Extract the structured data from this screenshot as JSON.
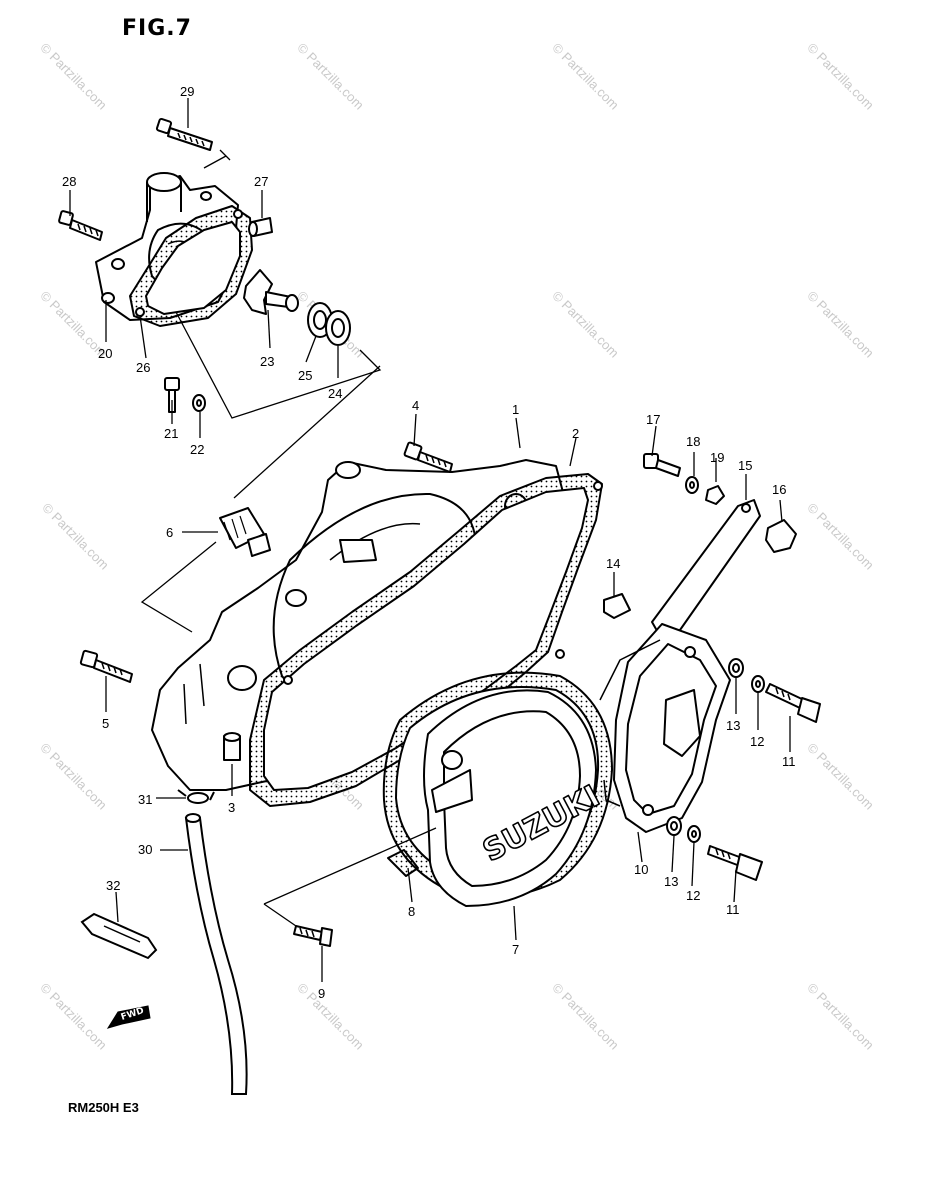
{
  "figure_title": "FIG.7",
  "model_code": "RM250H E3",
  "brand_mark": "SUZUKI",
  "fwd_arrow": "FWD",
  "watermark_text": "© Partzilla.com",
  "watermark_color": "#c9c9c9",
  "callouts": [
    "1",
    "2",
    "3",
    "4",
    "5",
    "6",
    "7",
    "8",
    "9",
    "10",
    "11",
    "11",
    "12",
    "12",
    "13",
    "13",
    "14",
    "15",
    "16",
    "17",
    "18",
    "19",
    "20",
    "21",
    "22",
    "23",
    "24",
    "25",
    "26",
    "27",
    "28",
    "29",
    "30",
    "31",
    "32"
  ]
}
